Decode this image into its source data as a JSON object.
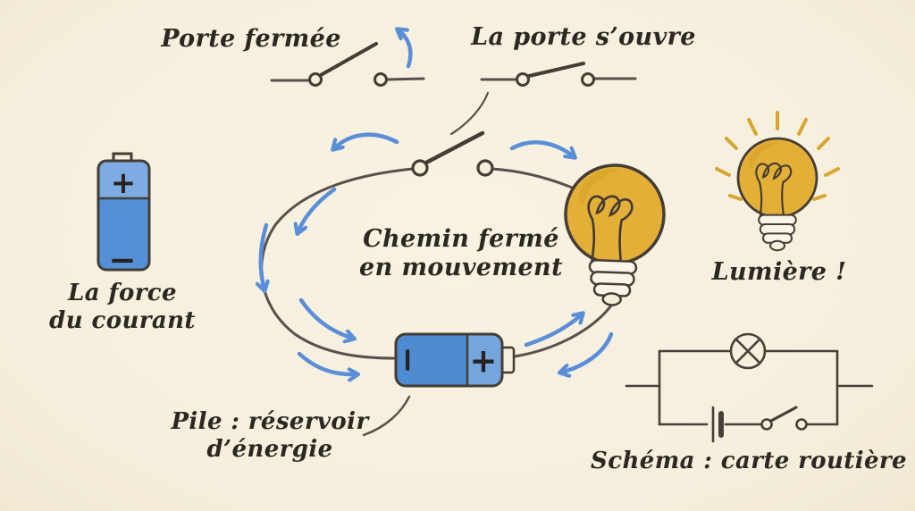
{
  "canvas": {
    "background": "#f6efde"
  },
  "colors": {
    "ink": "#2b2721",
    "wire": "#57514b",
    "outline": "#433d35",
    "arrow_blue": "#5b8ed8",
    "battery_blue": "#5590d6",
    "battery_blue_light": "#7dabe2",
    "battery_cell_left": "#4e8bd2",
    "battery_cell_right": "#74a5dd",
    "bulb_gold": "#e3af36",
    "bulb_shading": "#d59f28",
    "ray_gold": "#d9a52f",
    "schematic_ink": "#454039"
  },
  "labels": {
    "closed_door": "Porte fermée",
    "door_opens": "La porte s’ouvre",
    "current_force": [
      "La force",
      "du courant"
    ],
    "closed_path": [
      "Chemin fermé",
      "en mouvement"
    ],
    "light": "Lumière !",
    "battery": [
      "Pile : réservoir",
      "d’énergie"
    ],
    "schematic": "Schéma : carte routière"
  },
  "marks": {
    "plus": "+",
    "minus": "−"
  }
}
